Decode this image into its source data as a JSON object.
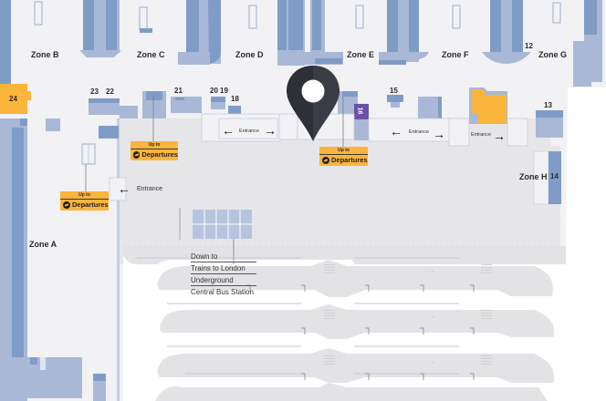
{
  "map": {
    "zones": [
      "Zone A",
      "Zone B",
      "Zone C",
      "Zone D",
      "Zone E",
      "Zone F",
      "Zone G",
      "Zone H"
    ],
    "gates": [
      "24",
      "23",
      "22",
      "21",
      "20",
      "19",
      "18",
      "16",
      "15",
      "13",
      "12",
      "14"
    ],
    "entrance_label": "Entrance",
    "departures_signs": [
      {
        "up_to": "Up to",
        "label": "Departures"
      },
      {
        "up_to": "Up to",
        "label": "Departures"
      },
      {
        "up_to": "Up to",
        "label": "Departures"
      }
    ],
    "down_to": {
      "heading": "Down to",
      "destinations": [
        "Trains to London",
        "Underground",
        "Central Bus Station"
      ]
    },
    "marker": {
      "type": "location-pin-icon",
      "color": "#2e3038"
    },
    "colors": {
      "background": "#f1f0f2",
      "building_dark": "#7f9cc6",
      "building_light": "#a9b8d6",
      "highlight_orange": "#fbb43c",
      "gate_purple": "#6c4fa6",
      "road_grey": "#e4e4e6",
      "pin": "#2e3038"
    }
  }
}
